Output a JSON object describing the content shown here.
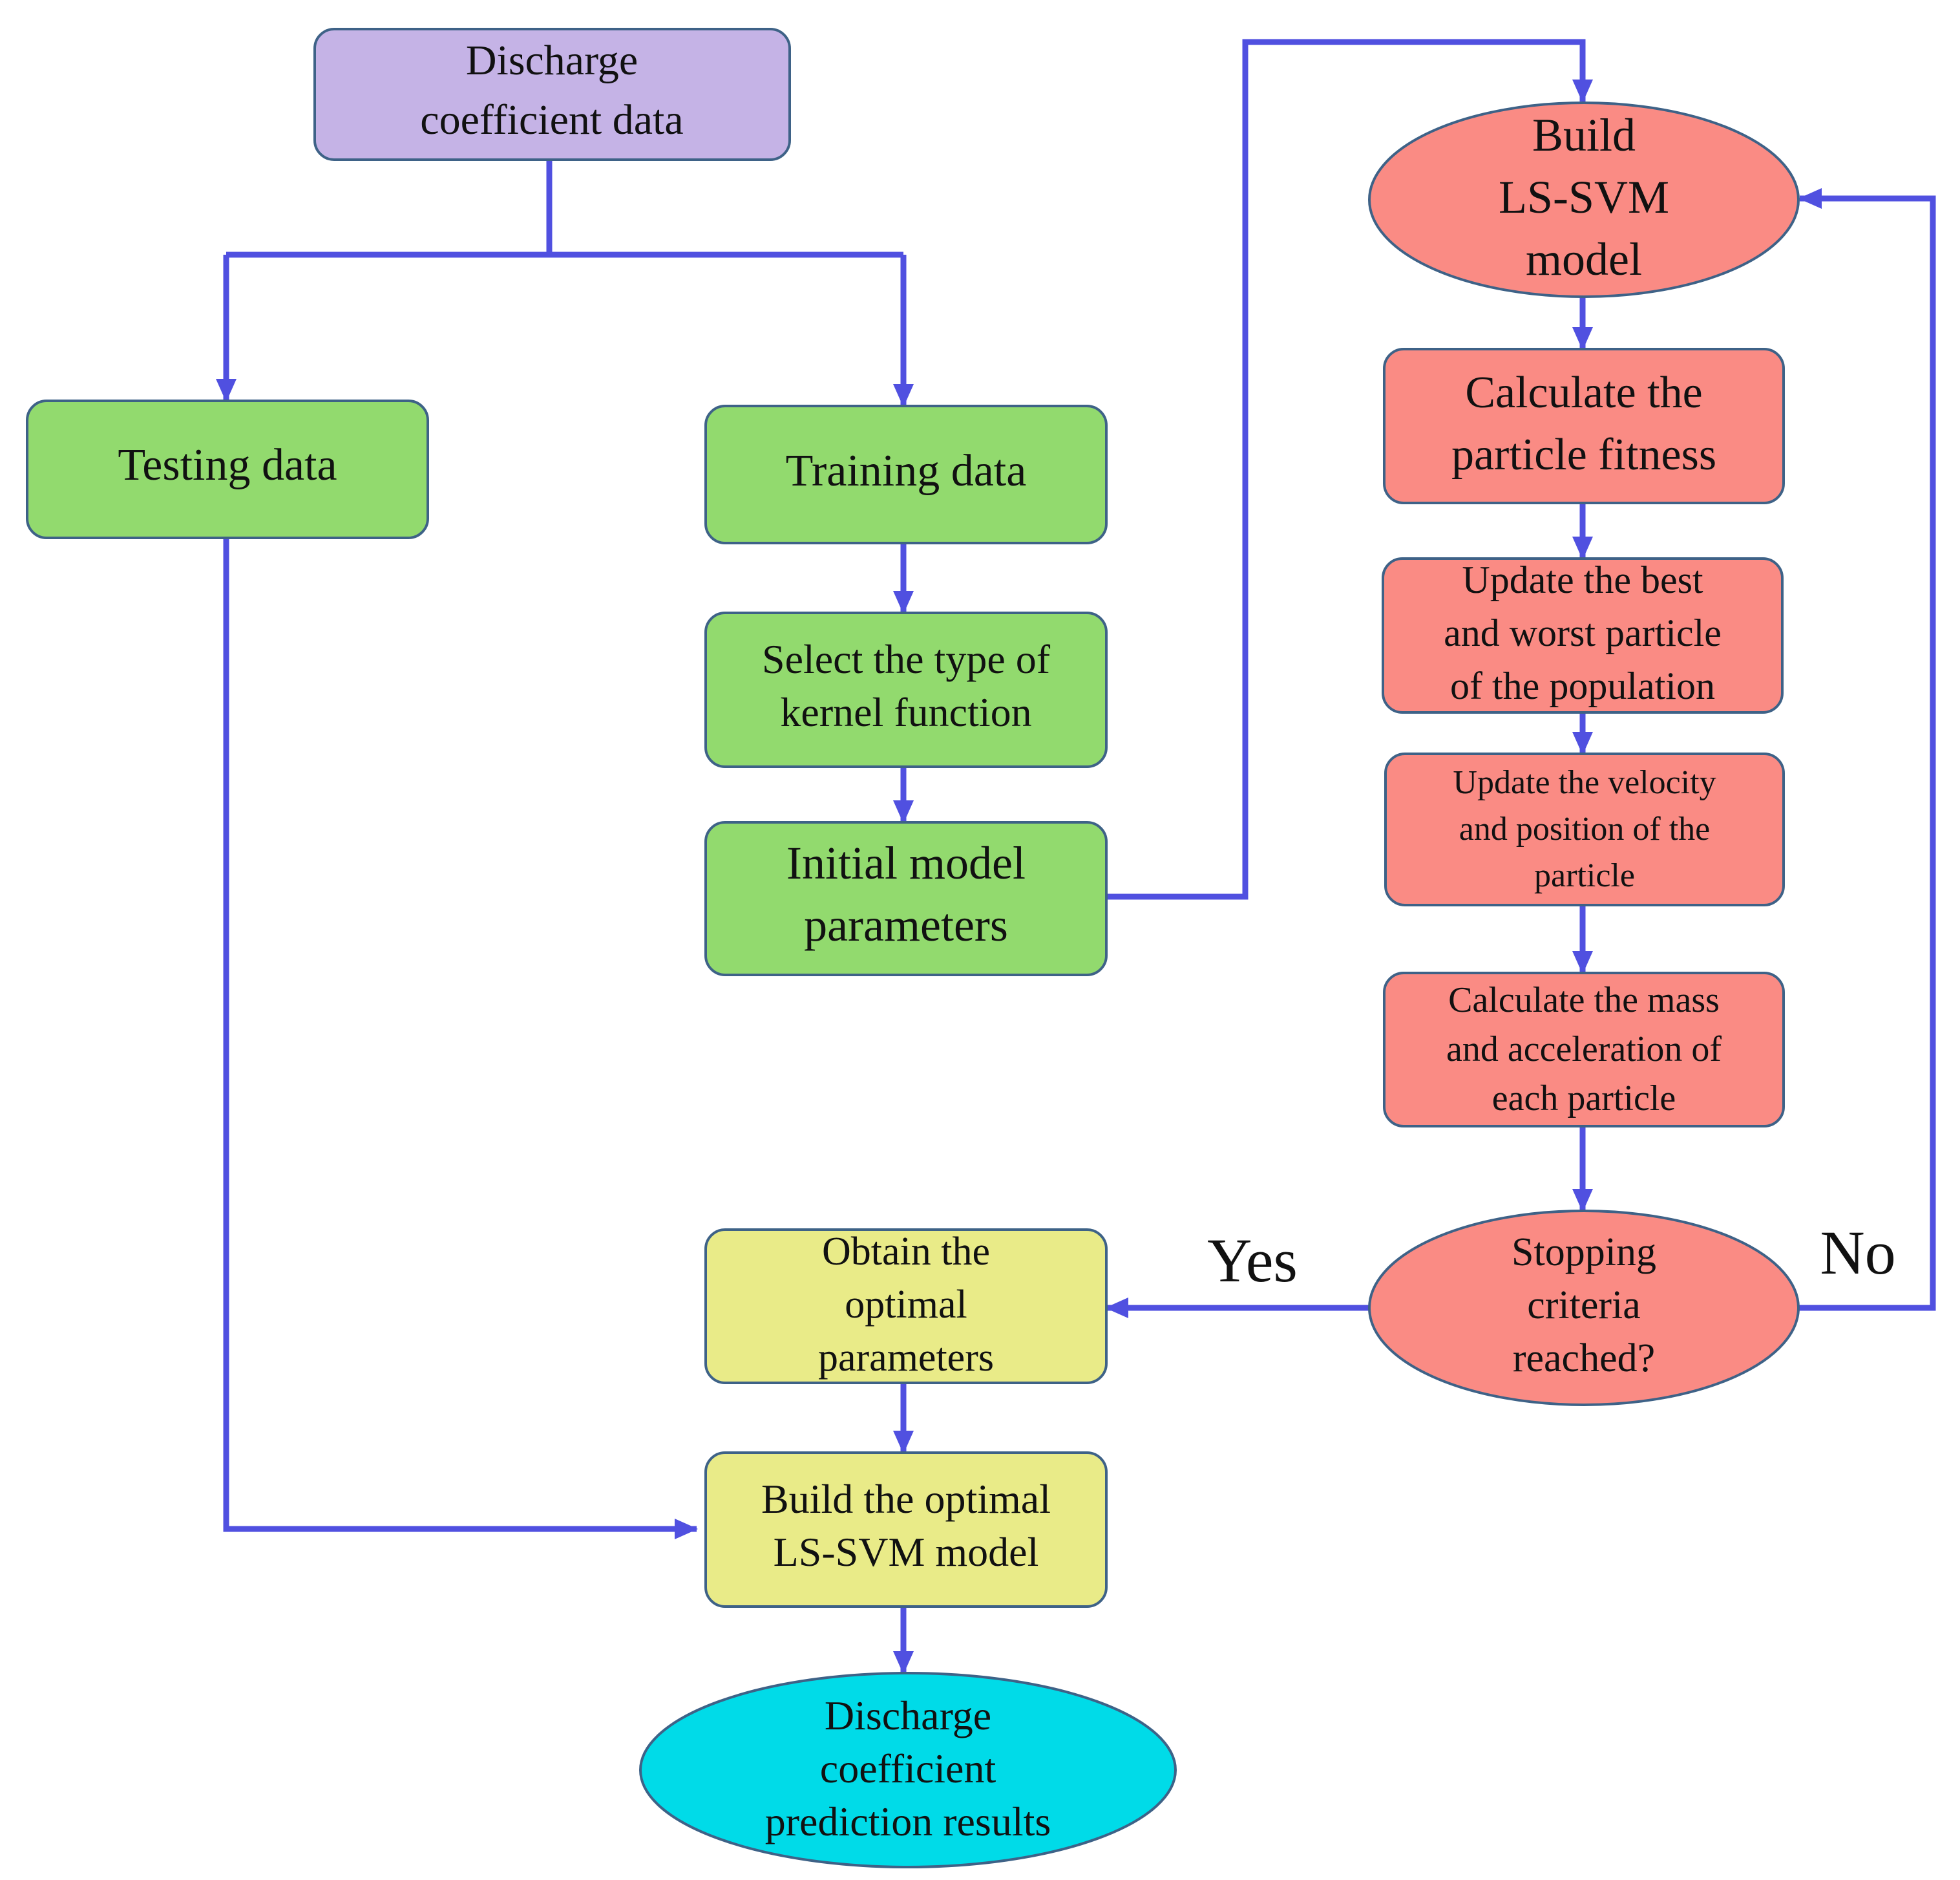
{
  "colors": {
    "arrow": "#5050e0",
    "border": "#3e6287",
    "purple": "#c5b3e6",
    "green": "#92da6e",
    "red": "#fa8b84",
    "yellow": "#e9eb88",
    "cyan": "#00dbe8"
  },
  "nodes": {
    "discharge_data": {
      "lines": [
        "Discharge",
        "coefficient data"
      ]
    },
    "testing_data": {
      "lines": [
        "Testing data"
      ]
    },
    "training_data": {
      "lines": [
        "Training data"
      ]
    },
    "kernel_select": {
      "lines": [
        "Select the type of",
        "kernel function"
      ]
    },
    "initial_params": {
      "lines": [
        "Initial model",
        "parameters"
      ]
    },
    "build_lssvm": {
      "lines": [
        "Build",
        "LS-SVM",
        "model"
      ]
    },
    "calc_fitness": {
      "lines": [
        "Calculate the",
        "particle fitness"
      ]
    },
    "update_best_worst": {
      "lines": [
        "Update the best",
        "and worst particle",
        "of the population"
      ]
    },
    "update_velocity": {
      "lines": [
        "Update the velocity",
        "and position of the",
        "particle"
      ]
    },
    "calc_mass": {
      "lines": [
        "Calculate the mass",
        "and acceleration of",
        "each particle"
      ]
    },
    "stopping_criteria": {
      "lines": [
        "Stopping",
        "criteria",
        "reached?"
      ]
    },
    "obtain_optimal": {
      "lines": [
        "Obtain the",
        "optimal",
        "parameters"
      ]
    },
    "build_optimal": {
      "lines": [
        "Build the optimal",
        "LS-SVM model"
      ]
    },
    "prediction_results": {
      "lines": [
        "Discharge",
        "coefficient",
        "prediction results"
      ]
    }
  },
  "decision_labels": {
    "yes": "Yes",
    "no": "No"
  }
}
